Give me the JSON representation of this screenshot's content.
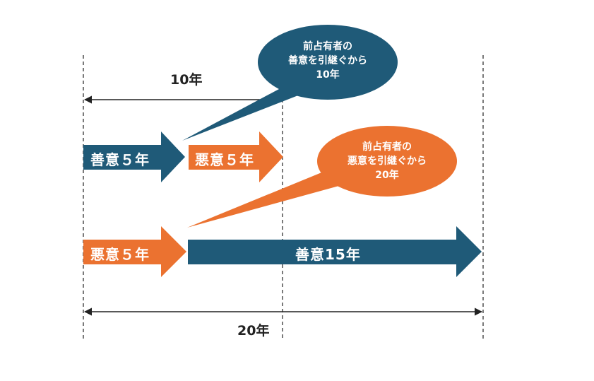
{
  "colors": {
    "blue": "#1f5a78",
    "orange": "#eb7230",
    "line": "#222222"
  },
  "spans": {
    "top_label": "10年",
    "bottom_label": "20年"
  },
  "arrows": {
    "row1_good": "善意５年",
    "row1_bad": "悪意５年",
    "row2_bad": "悪意５年",
    "row2_good": "善意15年"
  },
  "bubbles": {
    "blue": [
      "前占有者の",
      "善意を引継ぐから",
      "10年"
    ],
    "orange": [
      "前占有者の",
      "悪意を引継ぐから",
      "20年"
    ]
  }
}
